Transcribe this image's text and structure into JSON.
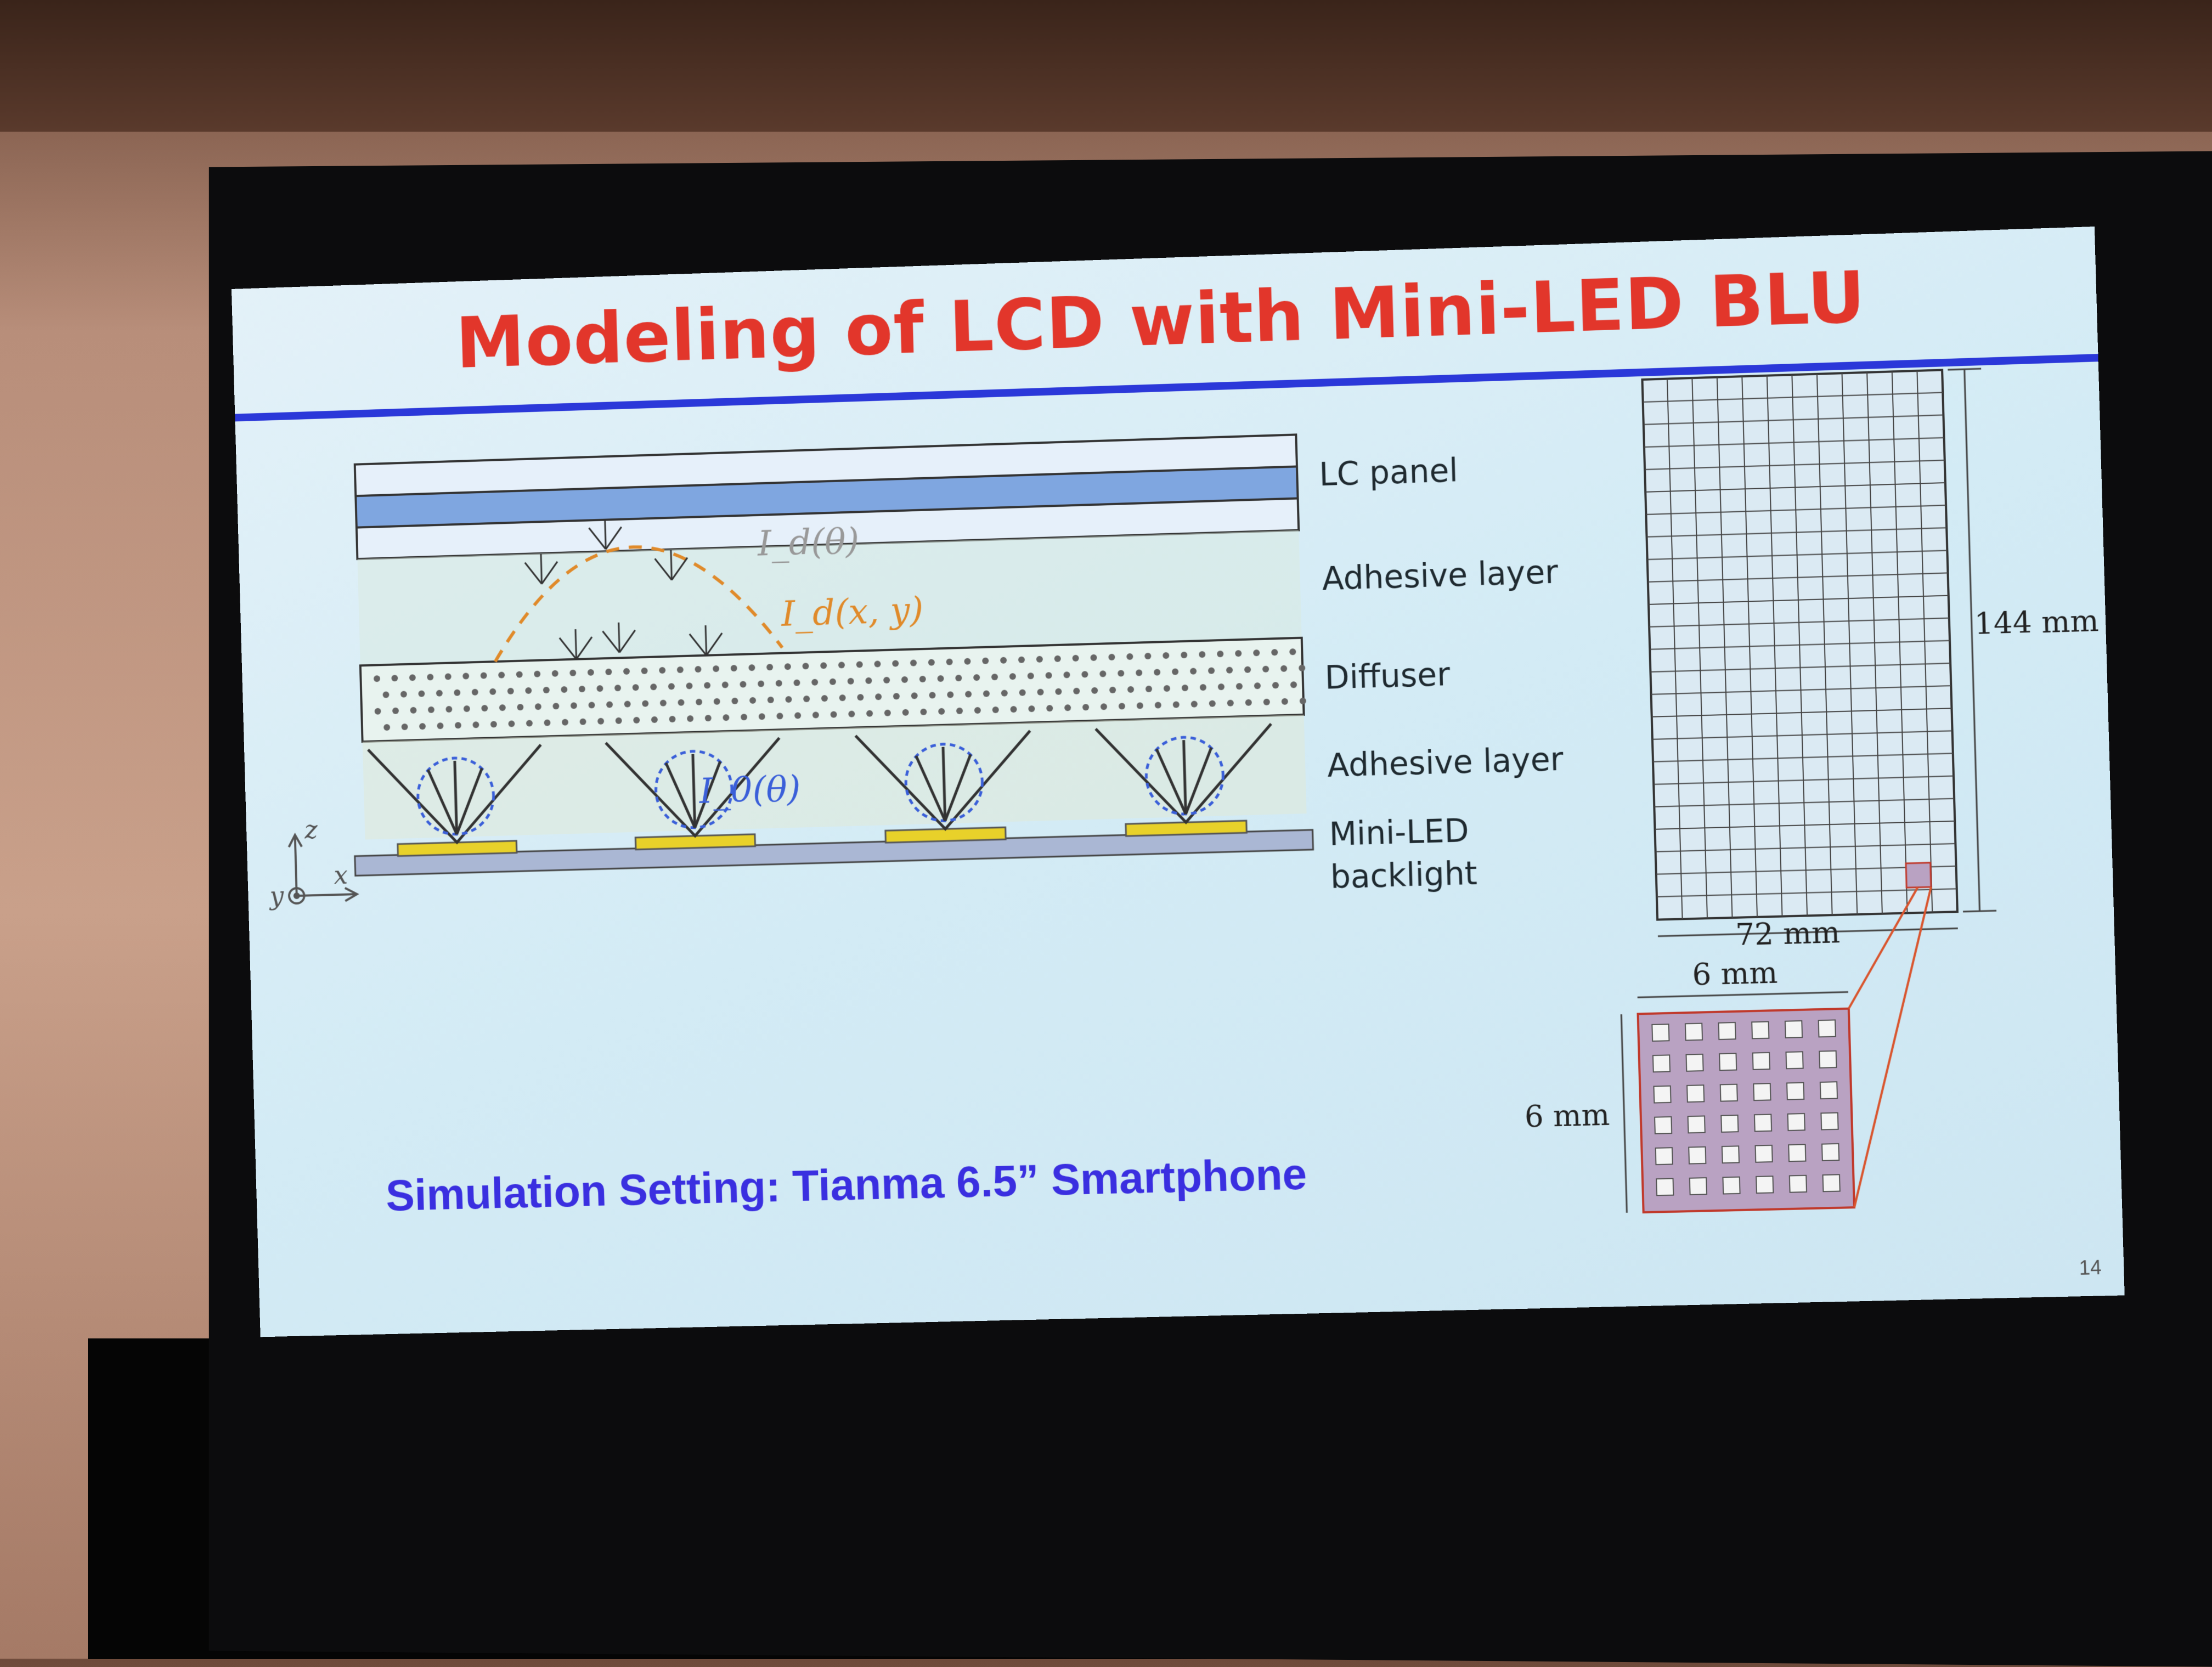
{
  "slide": {
    "title": "Modeling of LCD with Mini-LED BLU",
    "caption": "Simulation Setting: Tianma 6.5” Smartphone",
    "page_number": "14",
    "layers": {
      "lc_panel": "LC panel",
      "adhesive_top": "Adhesive layer",
      "diffuser": "Diffuser",
      "adhesive_bottom": "Adhesive layer",
      "mini_led_line1": "Mini-LED",
      "mini_led_line2": "backlight"
    },
    "math_labels": {
      "intensity_angle": "I_d(θ)",
      "intensity_xy": "I_d(x, y)",
      "source_intensity": "I_0(θ)"
    },
    "axes": {
      "z": "z",
      "x": "x",
      "y": "y"
    },
    "dimensions": {
      "height": "144 mm",
      "width": "72 mm",
      "zone_width": "6 mm",
      "zone_height": "6 mm"
    },
    "colors": {
      "title": "#e2362b",
      "rule": "#2b38d9",
      "caption": "#3a2fe0",
      "lc_mid": "#7fa6e0",
      "led": "#e8d12a",
      "dashed_orange": "#e08a2a",
      "zoom_arrow": "#d9552e"
    }
  }
}
